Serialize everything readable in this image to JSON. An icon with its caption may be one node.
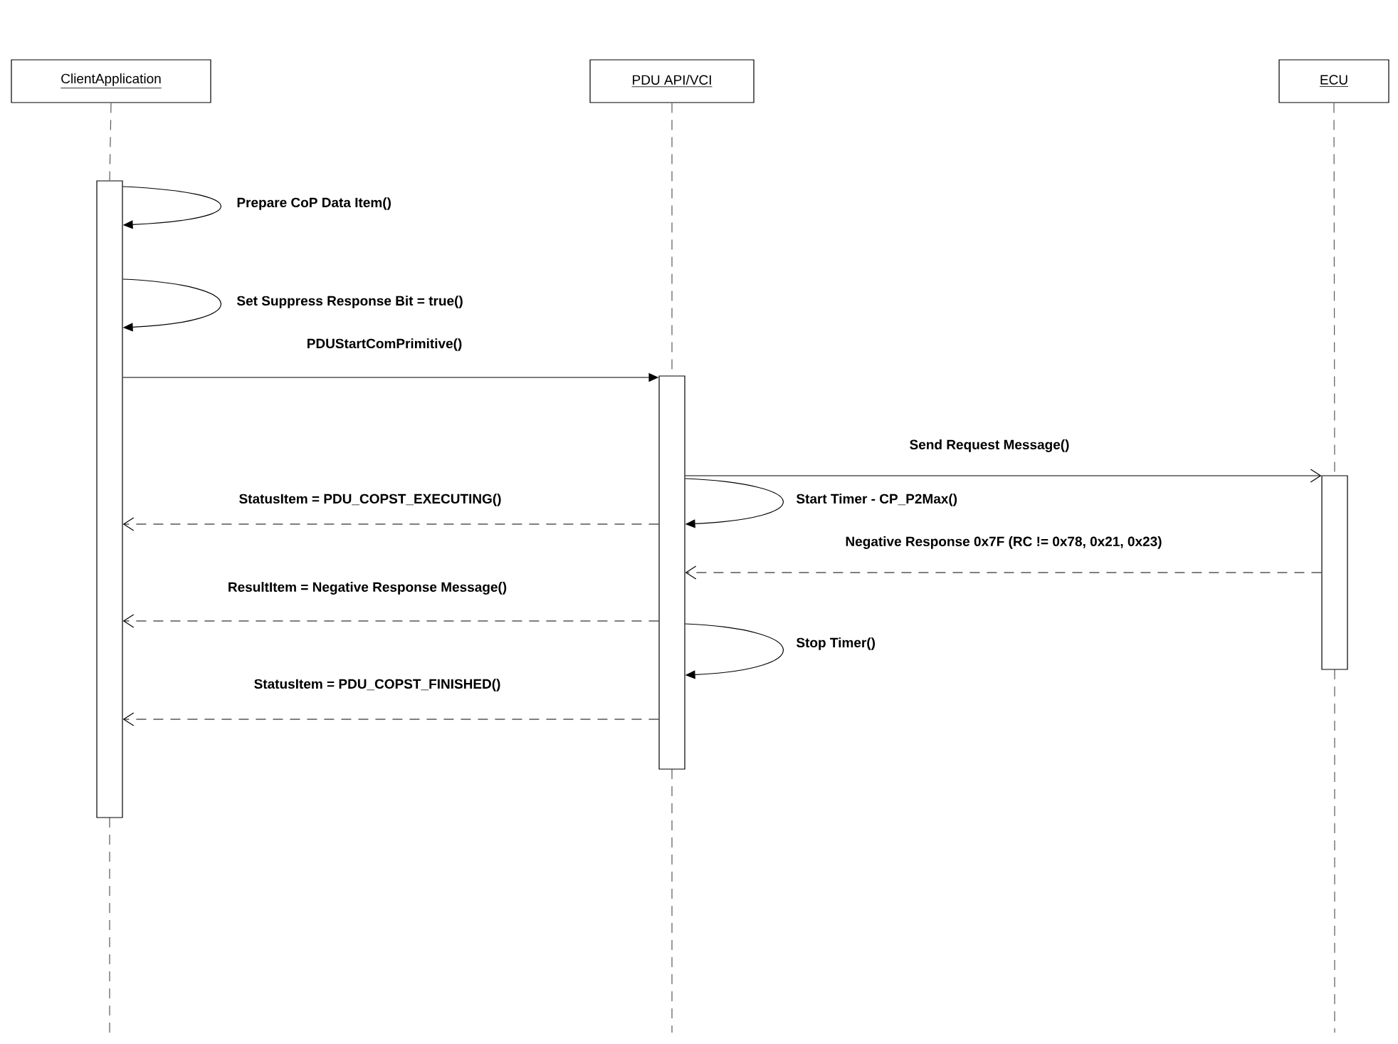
{
  "diagram": {
    "nodes": [
      {
        "text": [
          "ClientApplication"
        ]
      },
      {
        "text": [
          "PDU API/VCI"
        ]
      },
      {
        "text": [
          "ECU"
        ]
      },
      {
        "text": [],
        "shape": "bar"
      },
      {
        "text": [],
        "shape": "bar"
      },
      {
        "text": [],
        "shape": "bar"
      }
    ],
    "edges": [
      {
        "from": 0,
        "to": 3,
        "arrow": "none",
        "style": "dashed"
      },
      {
        "from": 1,
        "to": 4,
        "arrow": "none",
        "style": "dashed"
      },
      {
        "from": 2,
        "to": 5,
        "arrow": "none",
        "style": "dashed"
      },
      {
        "from": 3,
        "to": 3,
        "arrow": "to",
        "label": "Prepare CoP Data Item()"
      },
      {
        "from": 3,
        "to": 3,
        "arrow": "to",
        "label": "Set Suppress Response Bit = true()"
      },
      {
        "from": 3,
        "to": 4,
        "arrow": "to",
        "label": "PDUStartComPrimitive()"
      },
      {
        "from": 4,
        "to": 5,
        "arrow": "to",
        "label": "Send Request Message()"
      },
      {
        "from": 4,
        "to": 4,
        "arrow": "to",
        "label": "Start Timer - CP_P2Max()"
      },
      {
        "from": 4,
        "to": 3,
        "arrow": "to",
        "style": "dashed",
        "label": "StatusItem = PDU_COPST_EXECUTING()"
      },
      {
        "from": 5,
        "to": 4,
        "arrow": "to",
        "style": "dashed",
        "label": "Negative Response 0x7F (RC != 0x78, 0x21, 0x23)"
      },
      {
        "from": 4,
        "to": 3,
        "arrow": "to",
        "style": "dashed",
        "label": "ResultItem = Negative Response Message()"
      },
      {
        "from": 4,
        "to": 4,
        "arrow": "to",
        "label": "Stop Timer()"
      },
      {
        "from": 4,
        "to": 3,
        "arrow": "to",
        "style": "dashed",
        "label": "StatusItem = PDU_COPST_FINISHED()"
      }
    ]
  }
}
